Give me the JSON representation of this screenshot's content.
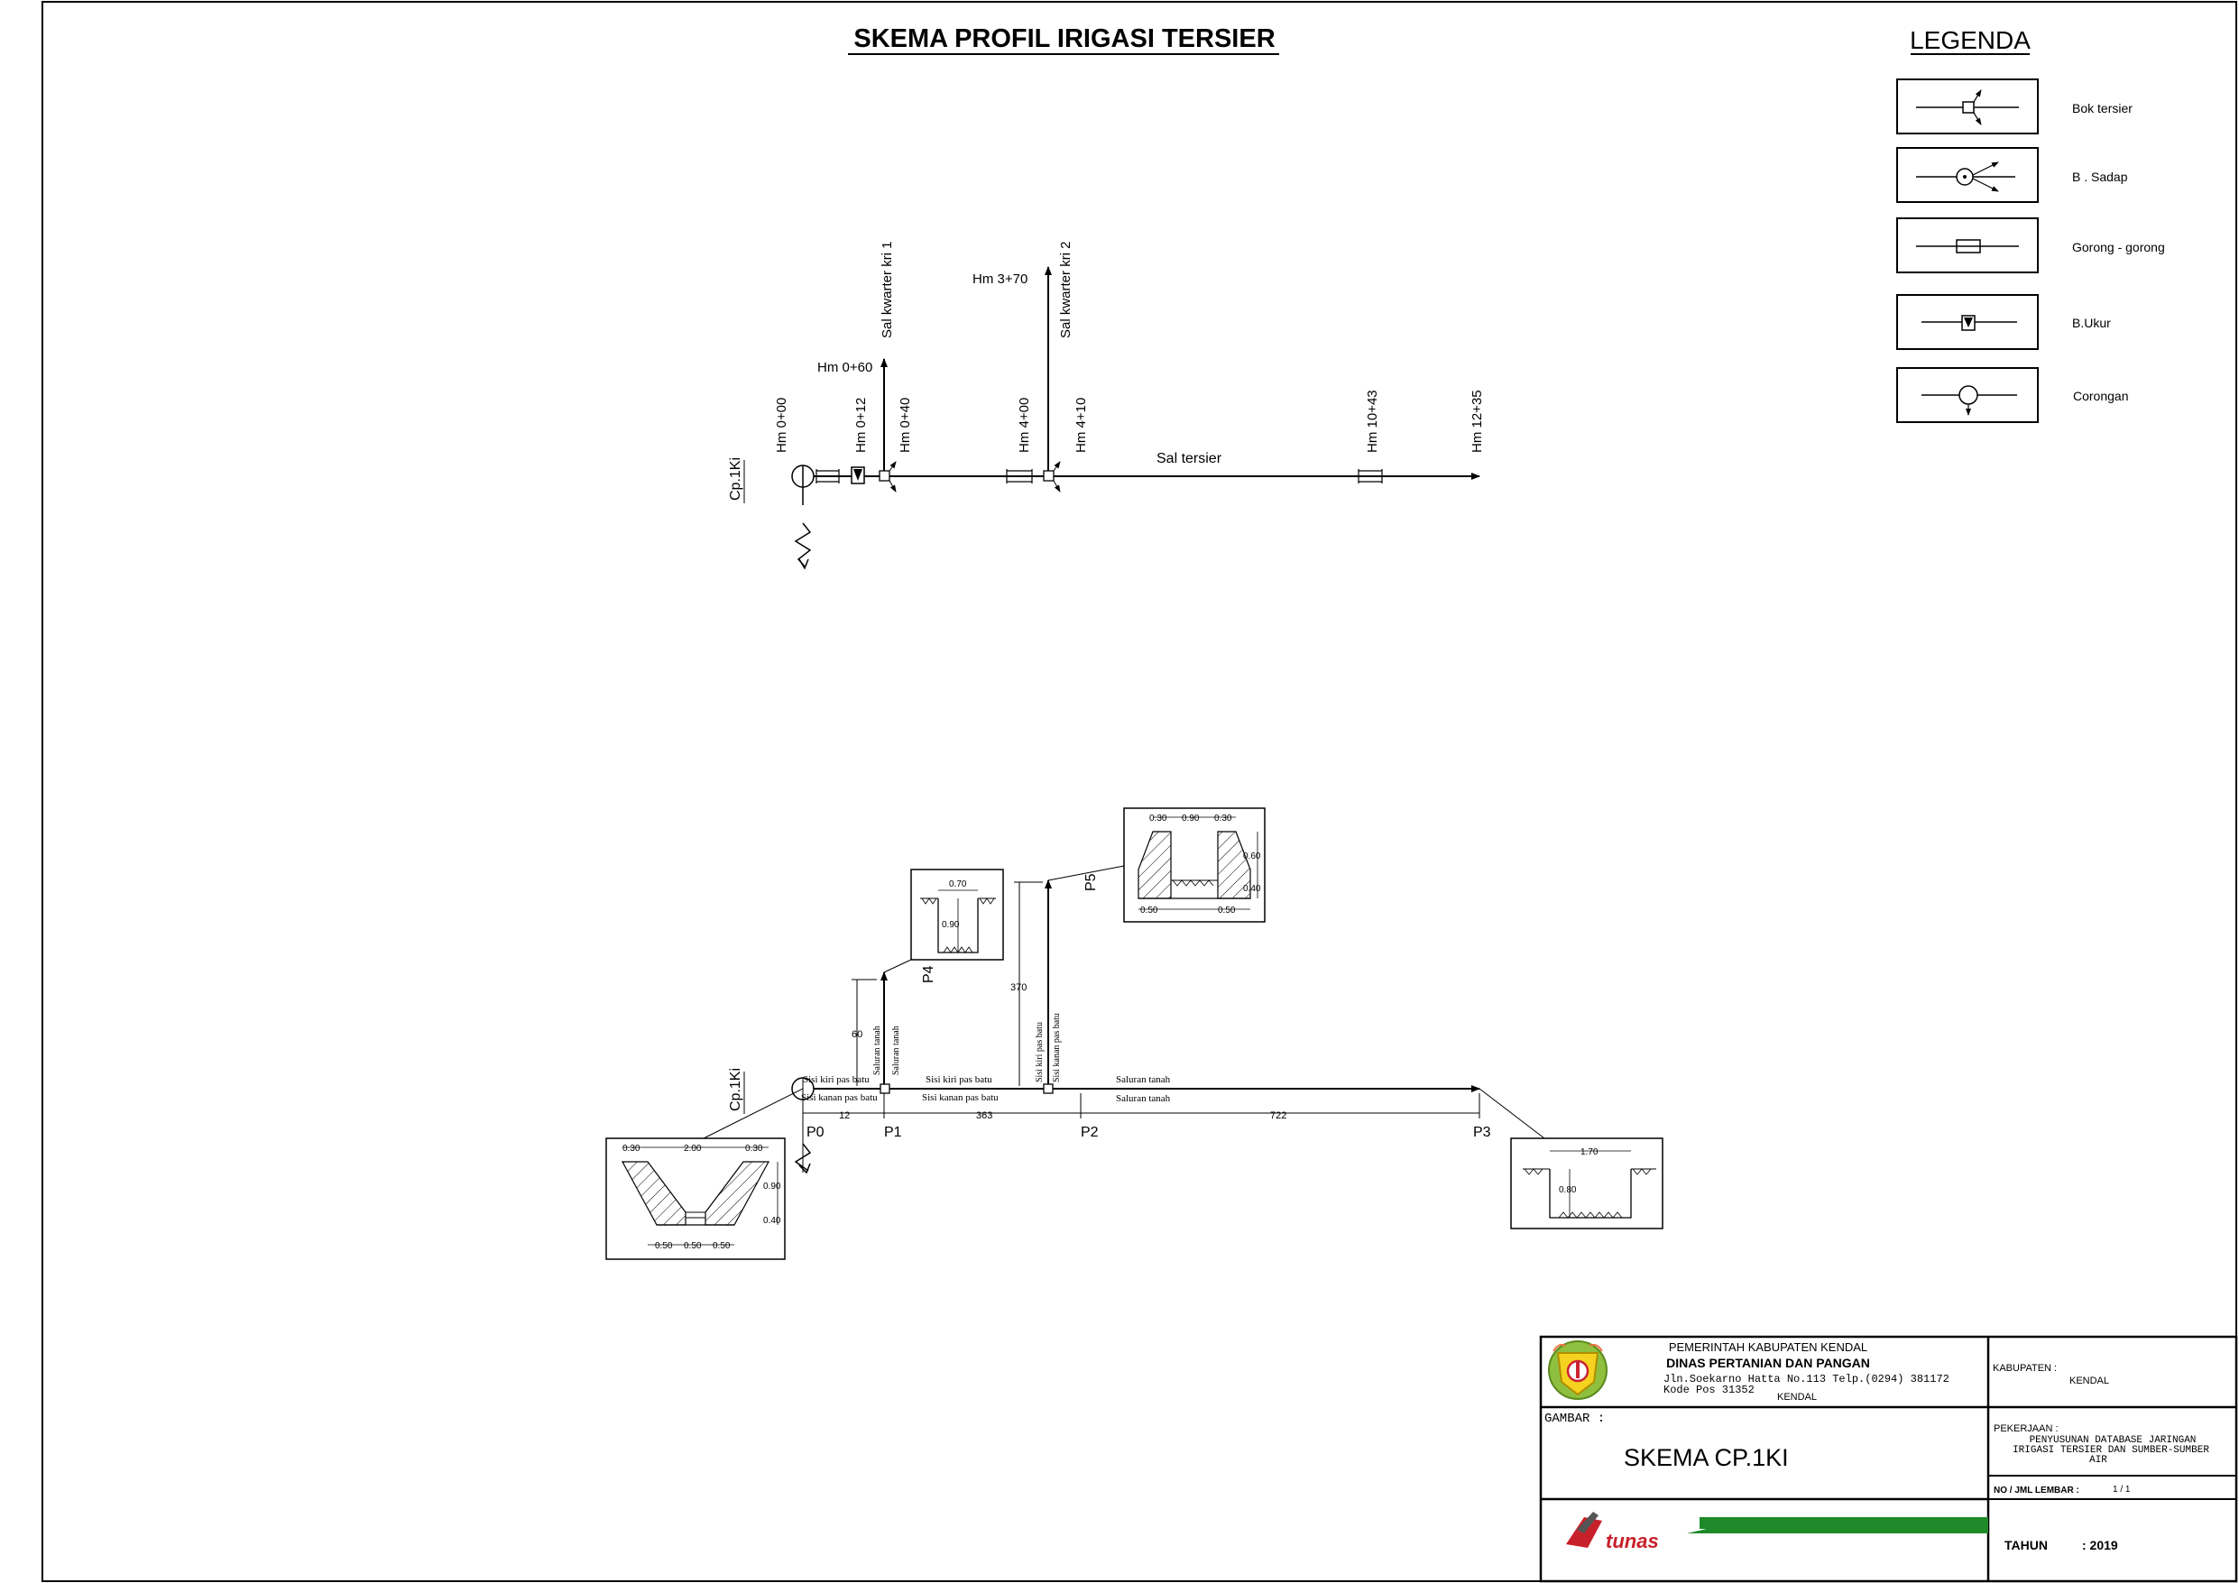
{
  "title": "SKEMA PROFIL IRIGASI TERSIER",
  "legend": {
    "title": "LEGENDA",
    "items": [
      {
        "label": "Bok tersier",
        "icon": "bok-tersier-icon"
      },
      {
        "label": "B . Sadap",
        "icon": "bangunan-sadap-icon"
      },
      {
        "label": "Gorong - gorong",
        "icon": "gorong-gorong-icon"
      },
      {
        "label": "B.Ukur",
        "icon": "bangunan-ukur-icon"
      },
      {
        "label": "Corongan",
        "icon": "corongan-icon"
      }
    ]
  },
  "schema": {
    "source_label": "Cp.1Ki",
    "hm_labels": [
      "Hm 0+00",
      "Hm 0+12",
      "Hm 0+40",
      "Hm 4+00",
      "Hm 4+10",
      "Hm 10+43",
      "Hm 12+35"
    ],
    "branch1": {
      "name": "Sal kwarter kri 1",
      "hm": "Hm 0+60"
    },
    "branch2": {
      "name": "Sal kwarter kri 2",
      "hm": "Hm 3+70"
    },
    "main_channel": "Sal tersier"
  },
  "profile": {
    "source_label": "Cp.1Ki",
    "points": [
      "P0",
      "P1",
      "P2",
      "P3",
      "P4",
      "P5"
    ],
    "distances": [
      "12",
      "363",
      "722"
    ],
    "branch_lengths": [
      "60",
      "370"
    ],
    "channel_labels": {
      "seg0_top": "Sisi kiri pas batu",
      "seg0_bottom": "Sisi kanan pas batu",
      "seg1_top": "Sisi kiri pas batu",
      "seg1_bottom": "Sisi kanan pas batu",
      "seg2_top": "Saluran tanah",
      "seg2_bottom": "Saluran tanah",
      "branch1": "Saluran tanah",
      "branch1b": "Saluran tanah",
      "branch2a": "Sisi kiri pas batu",
      "branch2b": "Sisi kanan pas batu"
    },
    "sections": {
      "s0": {
        "top": [
          "0.30",
          "2.00",
          "0.30"
        ],
        "right": [
          "0.90",
          "0.40"
        ],
        "bottom": [
          "0.50",
          "0.50",
          "0.50"
        ]
      },
      "s4": {
        "width": "0.70",
        "depth": "0.90"
      },
      "s5": {
        "top": [
          "0.30",
          "0.90",
          "0.30"
        ],
        "right": [
          "0.60",
          "0.40"
        ],
        "bottom": [
          "0.50",
          "0.50"
        ]
      },
      "s3": {
        "width": "1.70",
        "depth": "0.80"
      }
    }
  },
  "title_block": {
    "gov": "PEMERINTAH KABUPATEN KENDAL",
    "dept": "DINAS PERTANIAN DAN PANGAN",
    "address": "Jln.Soekarno Hatta No.113 Telp.(0294) 381172",
    "postcode": "Kode Pos 31352",
    "city": "KENDAL",
    "kabupaten_label": "KABUPATEN :",
    "kabupaten_value": "KENDAL",
    "gambar_label": "GAMBAR :",
    "gambar_value": "SKEMA CP.1KI",
    "pekerjaan_label": "PEKERJAAN :",
    "pekerjaan_lines": [
      "PENYUSUNAN DATABASE JARINGAN",
      "IRIGASI TERSIER DAN SUMBER-SUMBER",
      "AIR"
    ],
    "lembar_label": "NO / JML LEMBAR :",
    "lembar_value": "1 / 1",
    "company_logo_text": "tunas",
    "tahun_label": "TAHUN",
    "tahun_value": ": 2019"
  }
}
